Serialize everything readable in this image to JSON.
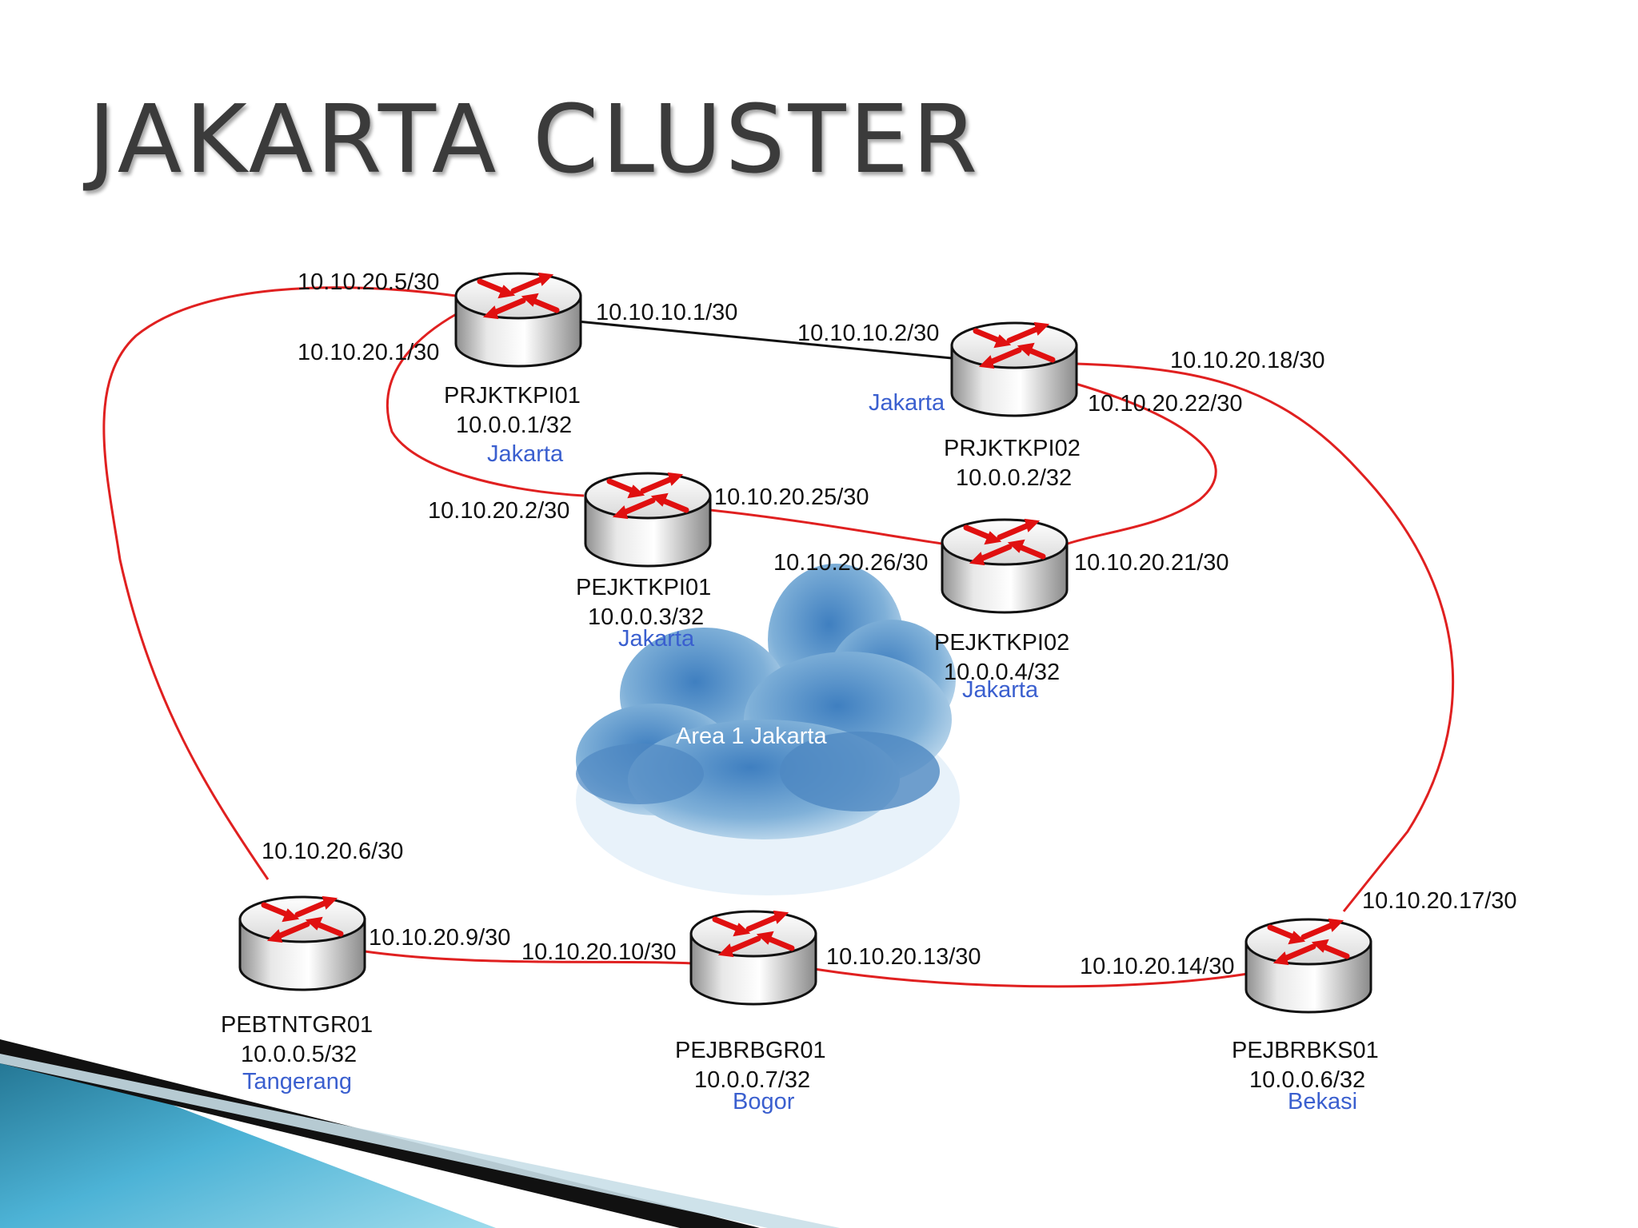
{
  "slide": {
    "title": "JAKARTA CLUSTER"
  },
  "cloud": {
    "label": "Area 1 Jakarta"
  },
  "routers": {
    "prjktkpi01": {
      "name": "PRJKTKPI01",
      "ip": "10.0.0.1/32",
      "location": "Jakarta"
    },
    "prjktkpi02": {
      "name": "PRJKTKPI02",
      "ip": "10.0.0.2/32",
      "location": "Jakarta"
    },
    "pejktkpi01": {
      "name": "PEJKTKPI01",
      "ip": "10.0.0.3/32",
      "location": "Jakarta"
    },
    "pejktkpi02": {
      "name": "PEJKTKPI02",
      "ip": "10.0.0.4/32",
      "location": "Jakarta"
    },
    "pebtntgr01": {
      "name": "PEBTNTGR01",
      "ip": "10.0.0.5/32",
      "location": "Tangerang"
    },
    "pejbrbgr01": {
      "name": "PEJBRBGR01",
      "ip": "10.0.0.7/32",
      "location": "Bogor"
    },
    "pejbrbks01": {
      "name": "PEJBRBKS01",
      "ip": "10.0.0.6/32",
      "location": "Bekasi"
    }
  },
  "links": {
    "pr01_tgr_a": "10.10.20.5/30",
    "pr01_tgr_b": "10.10.20.6/30",
    "pr01_pe01_a": "10.10.20.1/30",
    "pr01_pe01_b": "10.10.20.2/30",
    "pr01_pr02_a": "10.10.10.1/30",
    "pr01_pr02_b": "10.10.10.2/30",
    "pr02_bks_a": "10.10.20.18/30",
    "pr02_bks_b": "10.10.20.17/30",
    "pr02_pe02_a": "10.10.20.22/30",
    "pr02_pe02_b": "10.10.20.21/30",
    "pe01_pe02_a": "10.10.20.25/30",
    "pe01_pe02_b": "10.10.20.26/30",
    "tgr_bgr_a": "10.10.20.9/30",
    "tgr_bgr_b": "10.10.20.10/30",
    "bgr_bks_a": "10.10.20.13/30",
    "bgr_bks_b": "10.10.20.14/30"
  },
  "colors": {
    "link_red": "#e02020",
    "link_black": "#111111",
    "location_blue": "#3a5fcf",
    "title_gray": "#3b3b3b"
  }
}
